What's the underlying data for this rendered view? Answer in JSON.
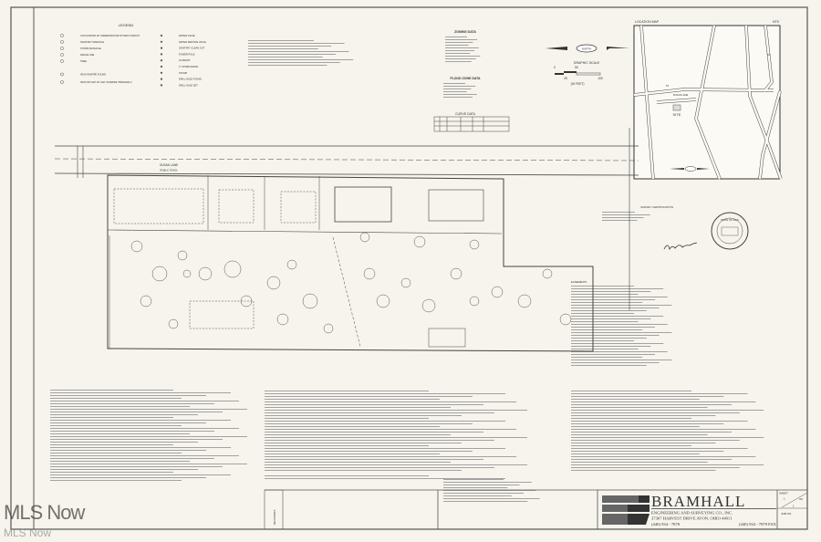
{
  "legend": {
    "title": "LEGEND",
    "items": [
      "CATCH BASIN W/ UNDERGROUND STORM CONDUIT",
      "SANITARY MANHOLE",
      "STORM MANHOLE",
      "FENCE LINE",
      "TREE",
      "IRON PIN/PIPE FOUND",
      "IRON PIN SET W/ CAP, STAMPED \"BRAMHALL\""
    ],
    "items_right": [
      "WATER VALVE",
      "WATER SERVICE VALVE",
      "SANITARY CLEAN OUT",
      "POWER POLE",
      "HYDRANT",
      "4\" STORM DRAIN",
      "STUMP",
      "DRILL HOLE FOUND",
      "DRILL HOLE SET"
    ]
  },
  "notes": {
    "zoning_title": "ZONING DATA",
    "flood_title": "FLOOD ZONE DATA",
    "curve_title": "CURVE DATA"
  },
  "scale": {
    "north": "NORTH",
    "title": "GRAPHIC SCALE",
    "ticks": [
      "0",
      "25",
      "50",
      "100"
    ],
    "units": "(IN FEET)"
  },
  "location_map": {
    "title": "LOCATION MAP",
    "nts": "NTS",
    "site": "SITE",
    "road": "SUSAN LANE",
    "route_labels": [
      "57",
      "57"
    ]
  },
  "plan": {
    "road": "SUSAN LANE",
    "road_sub": "(PUBLIC ROAD)",
    "surveyor_title": "SURVEY CERTIFICATION",
    "easements": "EASEMENTS"
  },
  "title_block": {
    "company": "BRAMHALL",
    "subtitle": "ENGINEERING AND SURVEYING CO., INC.",
    "address": "37307 HARVEST DRIVE   AVON, OHIO 44011",
    "phone": "(440) 934 - 7878",
    "fax": "(440) 934 - 7879 FAX",
    "sheet_label": "SHEET",
    "sheet_num": "1",
    "of_label": "OF",
    "sheet_total": "1",
    "job_label": "JOB NO.",
    "revisions_label": "REVISIONS"
  },
  "seal": {
    "text": "STATE OF OHIO"
  },
  "watermark": "MLS Now",
  "colors": {
    "paper": "#f6f4ec",
    "ink": "#333333"
  }
}
